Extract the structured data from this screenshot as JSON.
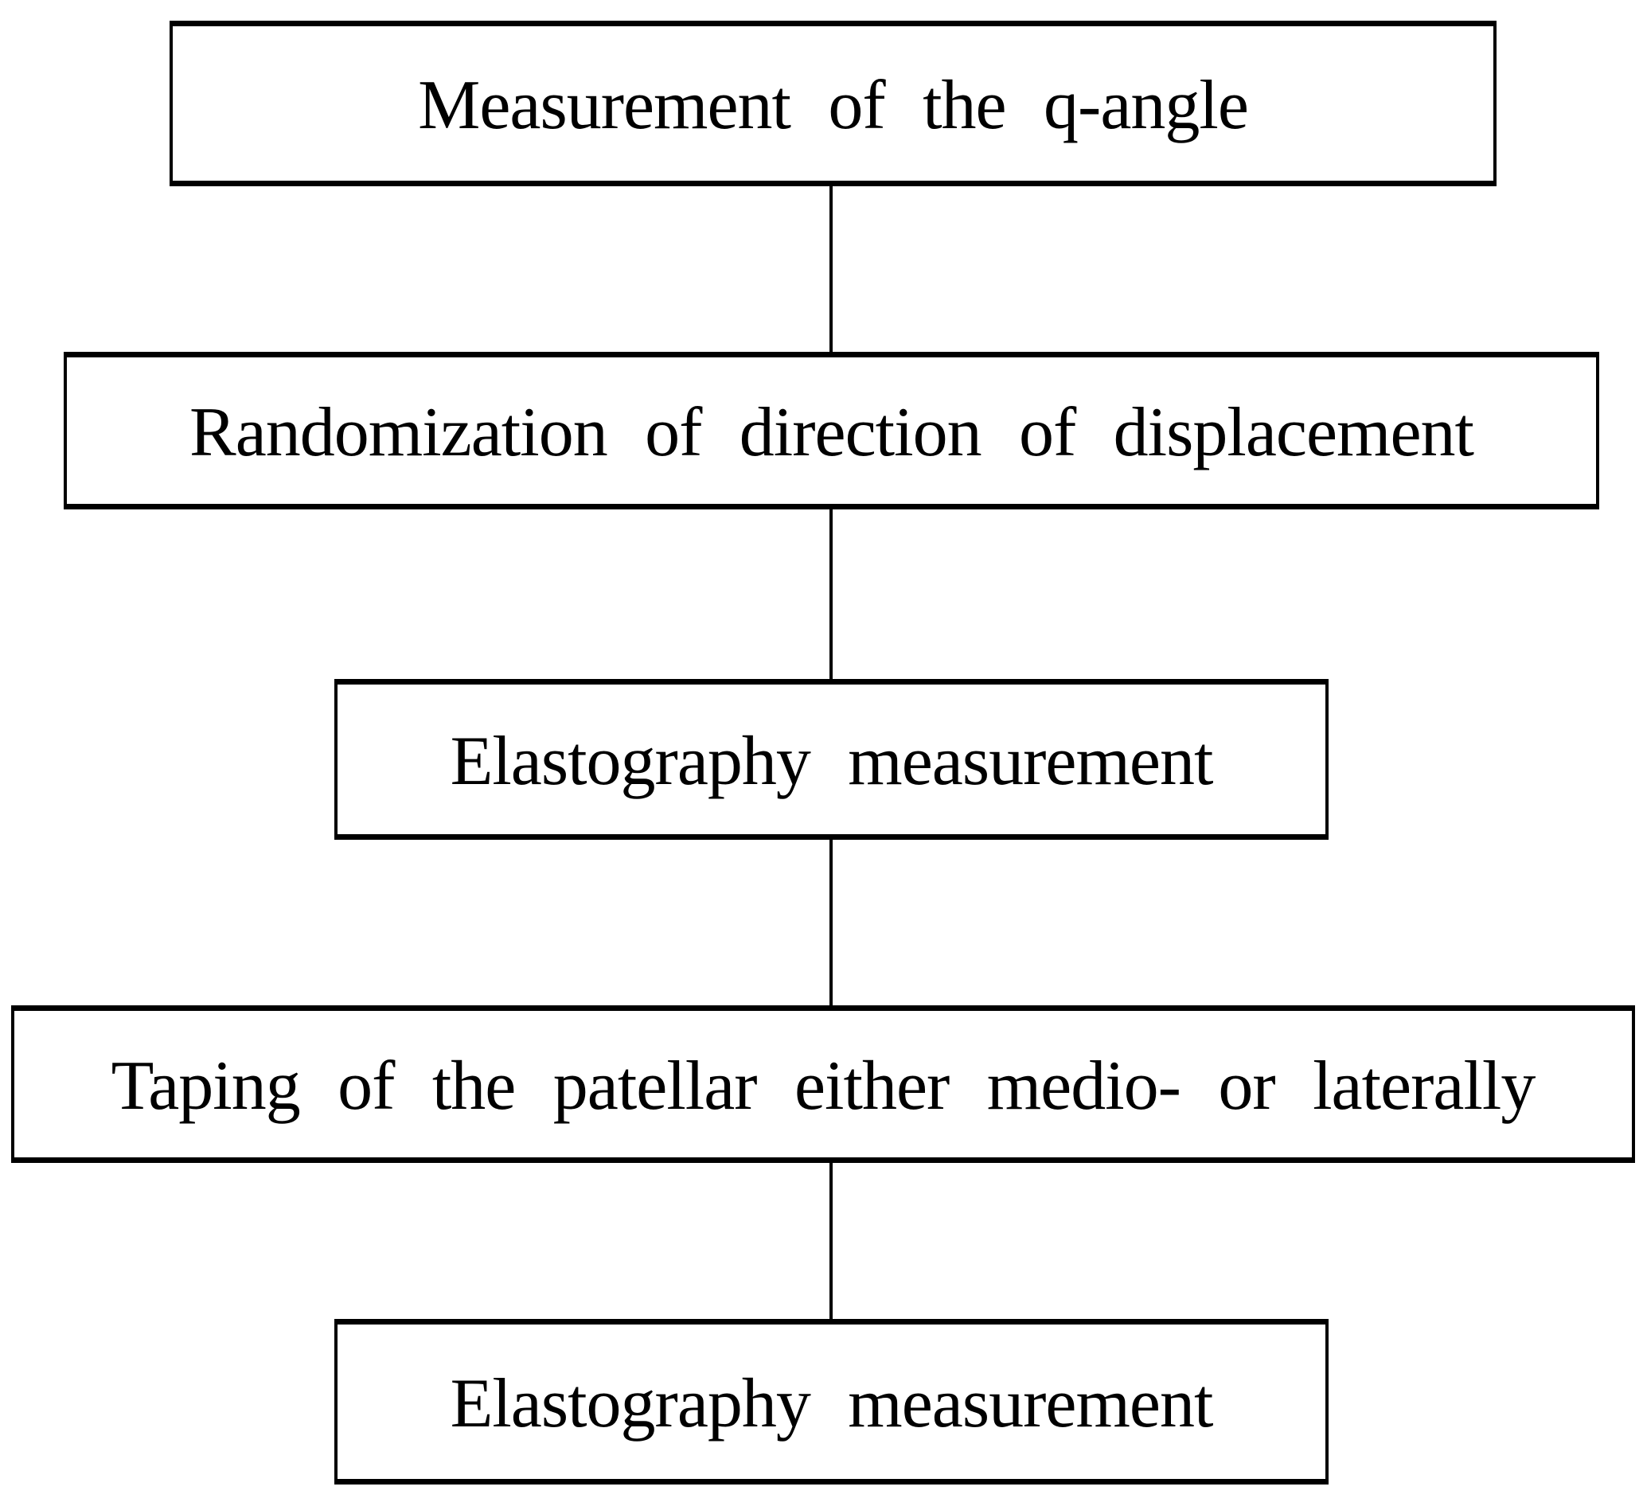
{
  "diagram": {
    "type": "flowchart",
    "direction": "top-down",
    "colors": {
      "background": "#ffffff",
      "border": "#000000",
      "text": "#000000",
      "connector": "#000000"
    },
    "nodes": [
      {
        "id": "step-1",
        "label": "Measurement of the q-angle"
      },
      {
        "id": "step-2",
        "label": "Randomization of direction of displacement"
      },
      {
        "id": "step-3",
        "label": "Elastography measurement"
      },
      {
        "id": "step-4",
        "label": "Taping of the patellar either medio- or laterally"
      },
      {
        "id": "step-5",
        "label": "Elastography measurement"
      }
    ],
    "connectors": [
      {
        "from": "step-1",
        "to": "step-2",
        "style": "plain-line"
      },
      {
        "from": "step-2",
        "to": "step-3",
        "style": "plain-line"
      },
      {
        "from": "step-3",
        "to": "step-4",
        "style": "plain-line"
      },
      {
        "from": "step-4",
        "to": "step-5",
        "style": "plain-line"
      }
    ]
  }
}
